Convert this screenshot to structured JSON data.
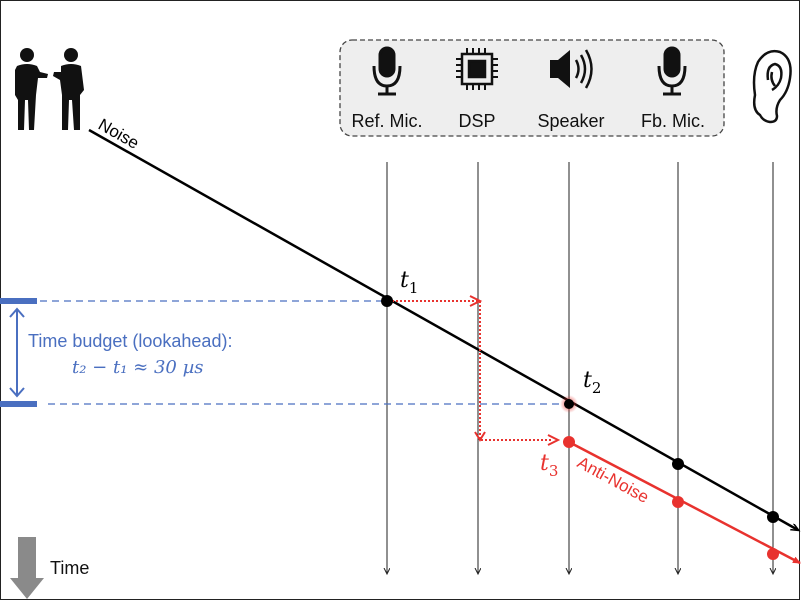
{
  "devices": [
    {
      "label": "Ref. Mic.",
      "icon": "microphone-icon"
    },
    {
      "label": "DSP",
      "icon": "chip-icon"
    },
    {
      "label": "Speaker",
      "icon": "speaker-icon"
    },
    {
      "label": "Fb. Mic.",
      "icon": "microphone-icon"
    }
  ],
  "labels": {
    "noise": "Noise",
    "anti_noise": "Anti-Noise",
    "t1": "t",
    "t1_sub": "1",
    "t2": "t",
    "t2_sub": "2",
    "t3": "t",
    "t3_sub": "3",
    "time_budget": "Time budget (lookahead):",
    "time_budget_eq": "t₂ − t₁ ≈ 30 µs",
    "time_axis": "Time"
  },
  "colors": {
    "noise": "#000000",
    "anti_noise": "#e8322e",
    "budget": "#4a6fc0",
    "time_arrow": "#8a8a8a"
  }
}
